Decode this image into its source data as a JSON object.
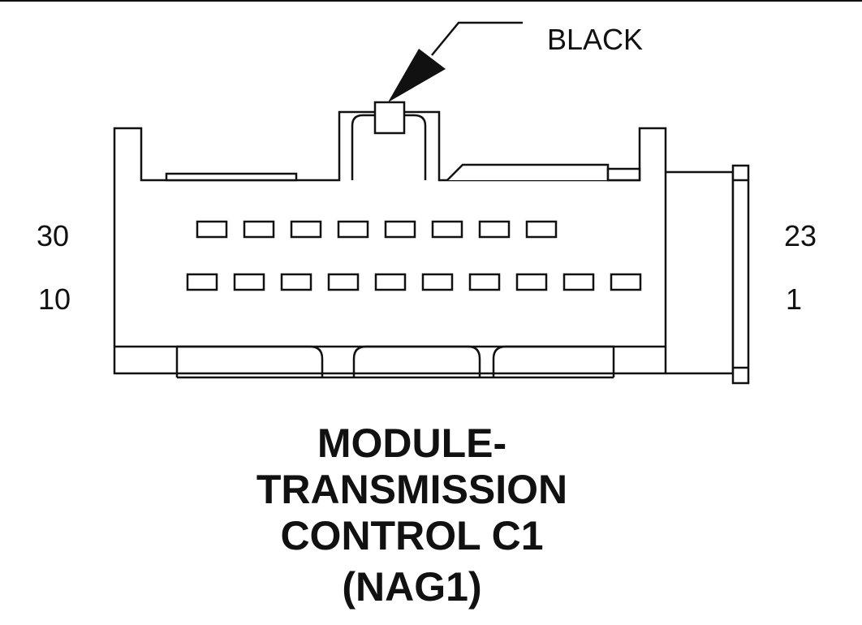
{
  "connector": {
    "color_callout": "BLACK",
    "pin_labels": {
      "top_left": "30",
      "top_right": "23",
      "bottom_left": "10",
      "bottom_right": "1"
    },
    "cavity_rows": [
      {
        "row": "upper",
        "count": 8
      },
      {
        "row": "lower",
        "count": 10
      }
    ]
  },
  "title": {
    "lines": [
      "MODULE-",
      "TRANSMISSION",
      "CONTROL C1"
    ],
    "subtitle": "(NAG1)"
  },
  "colors": {
    "line": "#111111",
    "background": "#ffffff"
  }
}
